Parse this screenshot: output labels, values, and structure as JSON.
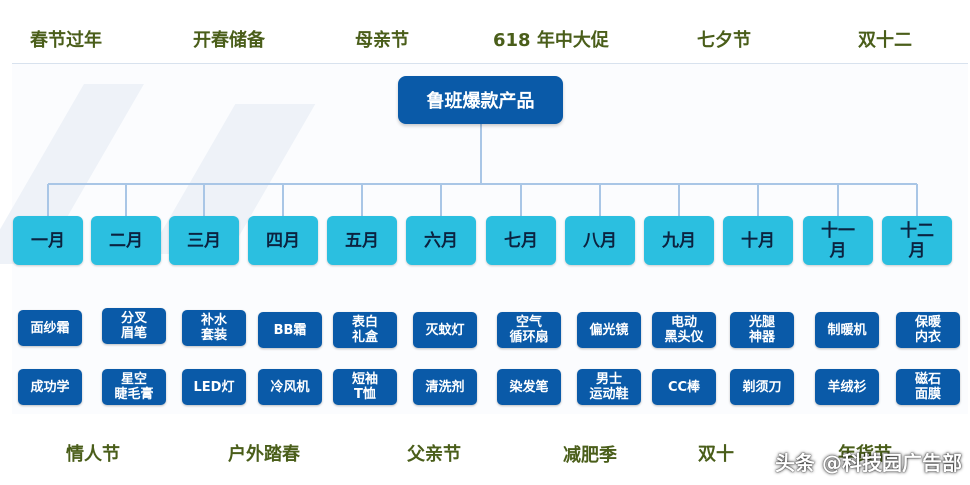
{
  "top_festivals": [
    "春节过年",
    "开春储备",
    "母亲节",
    "618 年中大促",
    "七夕节",
    "双十二"
  ],
  "bottom_festivals": [
    "情人节",
    "户外踏春",
    "父亲节",
    "减肥季",
    "双十",
    "年货节"
  ],
  "root_label": "鲁班爆款产品",
  "months": [
    {
      "label": "一月",
      "products": [
        "面纱霜",
        "成功学"
      ]
    },
    {
      "label": "二月",
      "products": [
        "分叉\n眉笔",
        "星空\n睫毛膏"
      ]
    },
    {
      "label": "三月",
      "products": [
        "补水\n套装",
        "LED灯"
      ]
    },
    {
      "label": "四月",
      "products": [
        "BB霜",
        "冷风机"
      ]
    },
    {
      "label": "五月",
      "products": [
        "表白\n礼盒",
        "短袖\nT恤"
      ]
    },
    {
      "label": "六月",
      "products": [
        "灭蚊灯",
        "清洗剂"
      ]
    },
    {
      "label": "七月",
      "products": [
        "空气\n循环扇",
        "染发笔"
      ]
    },
    {
      "label": "八月",
      "products": [
        "偏光镜",
        "男士\n运动鞋"
      ]
    },
    {
      "label": "九月",
      "products": [
        "电动\n黑头仪",
        "CC棒"
      ]
    },
    {
      "label": "十月",
      "products": [
        "光腿\n神器",
        "剃须刀"
      ]
    },
    {
      "label": "十一\n月",
      "products": [
        "制暖机",
        "羊绒衫"
      ]
    },
    {
      "label": "十二\n月",
      "products": [
        "保暖\n内衣",
        "磁石\n面膜"
      ]
    }
  ],
  "footer_watermark": "头条 @科技园广告部",
  "colors": {
    "root_fill": "#0a5aa8",
    "month_fill": "#2bbfe0",
    "product_fill": "#0a5aa8",
    "line": "#a9c6e6",
    "festival_text": "#4a5e1a"
  }
}
